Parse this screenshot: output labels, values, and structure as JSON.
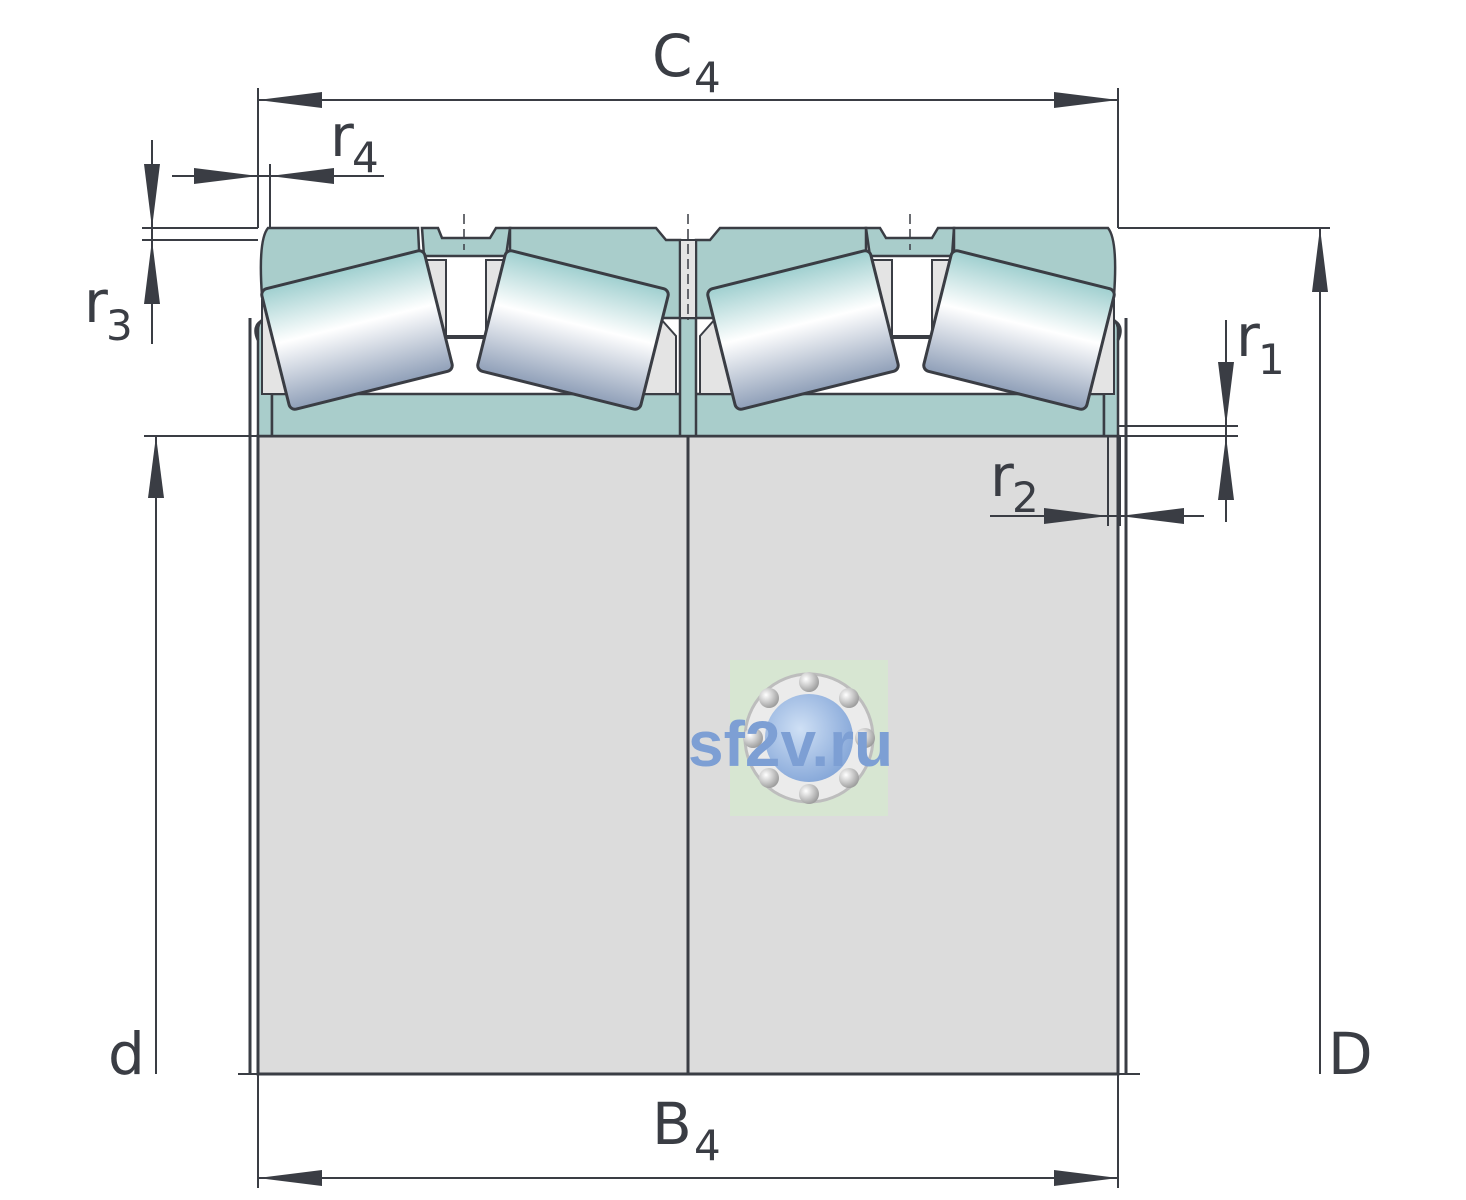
{
  "labels": {
    "c4": {
      "main": "C",
      "sub": "4"
    },
    "b4": {
      "main": "B",
      "sub": "4"
    },
    "r1": {
      "main": "r",
      "sub": "1"
    },
    "r2": {
      "main": "r",
      "sub": "2"
    },
    "r3": {
      "main": "r",
      "sub": "3"
    },
    "r4": {
      "main": "r",
      "sub": "4"
    },
    "d": "d",
    "D": "D"
  },
  "watermark": {
    "text": "sf2v.ru"
  },
  "colors": {
    "outline": "#3a3d44",
    "ring": "#a9cdcb",
    "sleeve": "#dcdcdc",
    "cage": "#e4e4e4",
    "watermark_text": "#7d9fd4",
    "watermark_bg": "#d7e6d2"
  }
}
